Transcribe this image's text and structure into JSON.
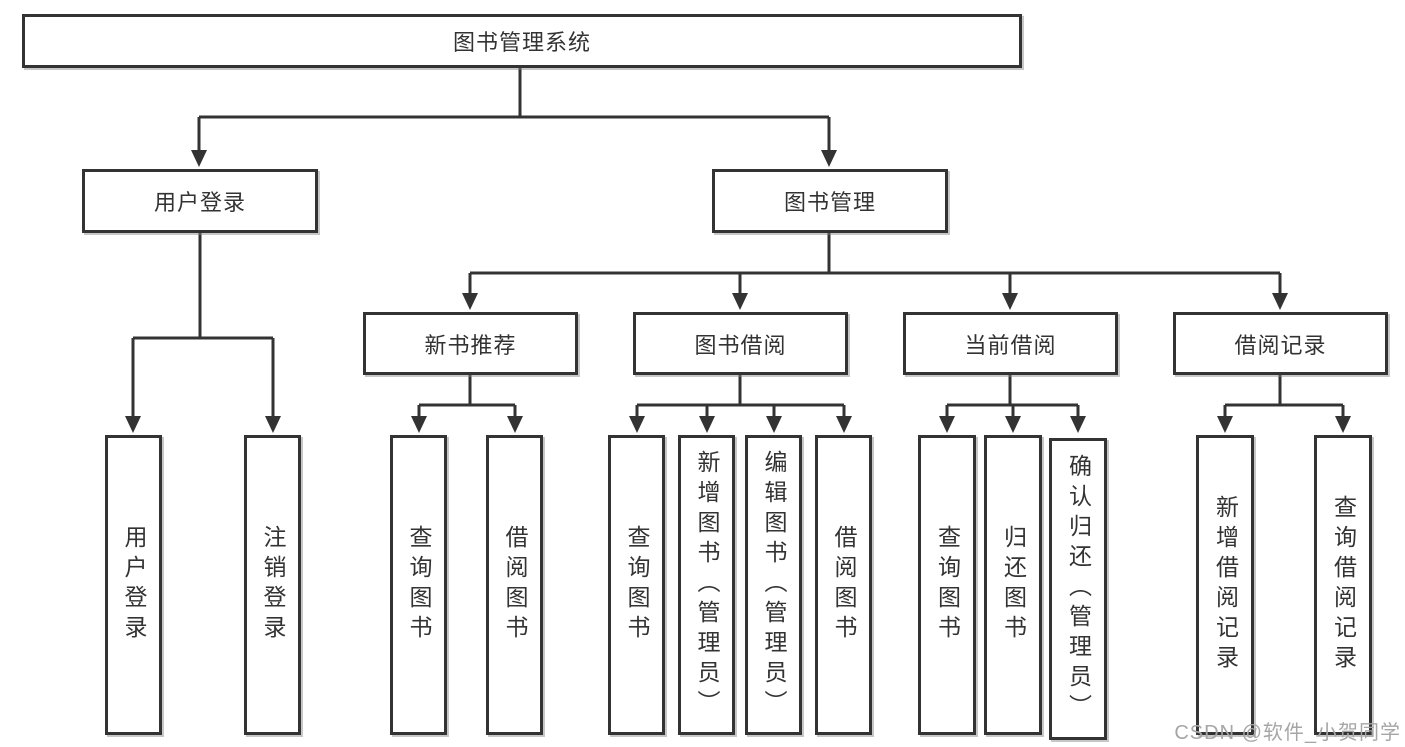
{
  "diagram": {
    "title": "图书管理系统",
    "level2": [
      {
        "label": "用户登录"
      },
      {
        "label": "图书管理"
      }
    ],
    "level3": [
      {
        "label": "新书推荐"
      },
      {
        "label": "图书借阅"
      },
      {
        "label": "当前借阅"
      },
      {
        "label": "借阅记录"
      }
    ],
    "leaves": [
      {
        "label": "用户登录"
      },
      {
        "label": "注销登录"
      },
      {
        "label": "查询图书"
      },
      {
        "label": "借阅图书"
      },
      {
        "label": "查询图书"
      },
      {
        "label": "新增图书（管理员）"
      },
      {
        "label": "编辑图书（管理员）"
      },
      {
        "label": "借阅图书"
      },
      {
        "label": "查询图书"
      },
      {
        "label": "归还图书"
      },
      {
        "label": "确认归还（管理员）"
      },
      {
        "label": "新增借阅记录"
      },
      {
        "label": "查询借阅记录"
      }
    ],
    "watermark": "CSDN @软件_小贺同学",
    "colors": {
      "line": "#333333",
      "border": "#333333",
      "fill": "#ffffff",
      "text": "#333333",
      "watermark": "#a6a6a6"
    }
  }
}
